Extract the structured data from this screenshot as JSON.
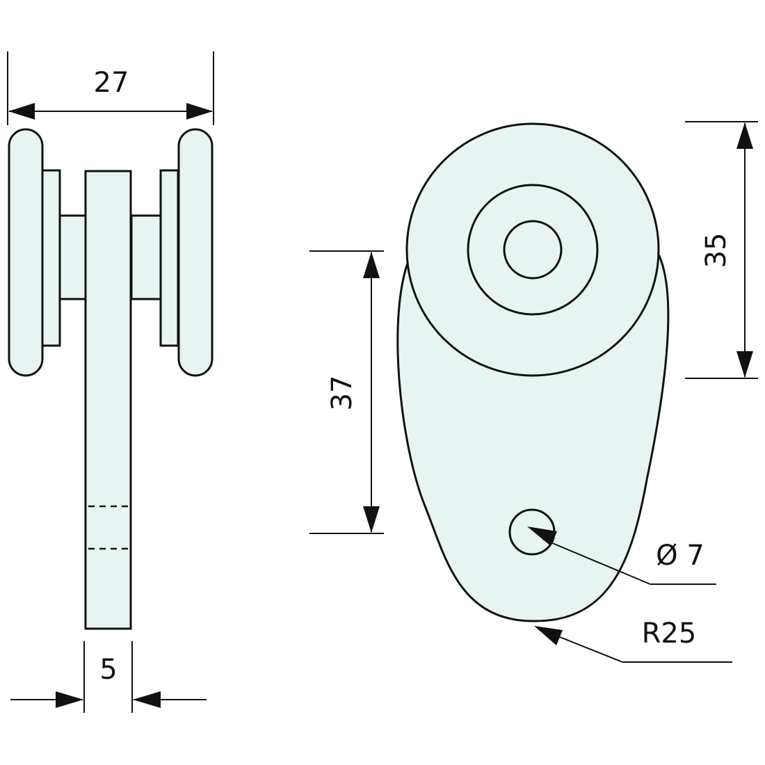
{
  "dimensions": {
    "width_27": "27",
    "width_5": "5",
    "height_35": "35",
    "height_37": "37",
    "hole_diameter": "Ø 7",
    "radius": "R25"
  },
  "colors": {
    "part_fill": "#e8f4f2",
    "line": "#111111"
  }
}
